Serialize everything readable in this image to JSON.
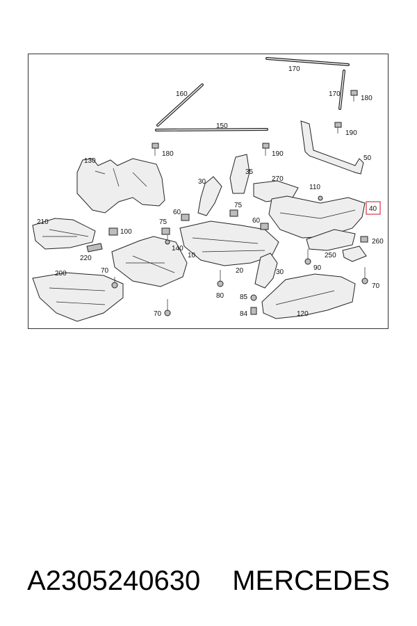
{
  "diagram": {
    "highlight_color": "#d8344a",
    "highlighted_label": "40",
    "callouts": {
      "c170a": "170",
      "c170b": "170",
      "c180a": "180",
      "c160": "160",
      "c150": "150",
      "c190a": "190",
      "c180b": "180",
      "c190b": "190",
      "c50": "50",
      "c130": "130",
      "c35": "35",
      "c270": "270",
      "c30a": "30",
      "c110": "110",
      "c40": "40",
      "c75a": "75",
      "c60a": "60",
      "c75b": "75",
      "c210": "210",
      "c100": "100",
      "c60b": "60",
      "c260": "260",
      "c140": "140",
      "c220": "220",
      "c10": "10",
      "c250": "250",
      "c90": "90",
      "c200": "200",
      "c70a": "70",
      "c20": "20",
      "c30b": "30",
      "c70b": "70",
      "c80": "80",
      "c85": "85",
      "c70c": "70",
      "c84": "84",
      "c120": "120"
    }
  },
  "caption": {
    "part_number": "A2305240630",
    "brand": "MERCEDES"
  }
}
